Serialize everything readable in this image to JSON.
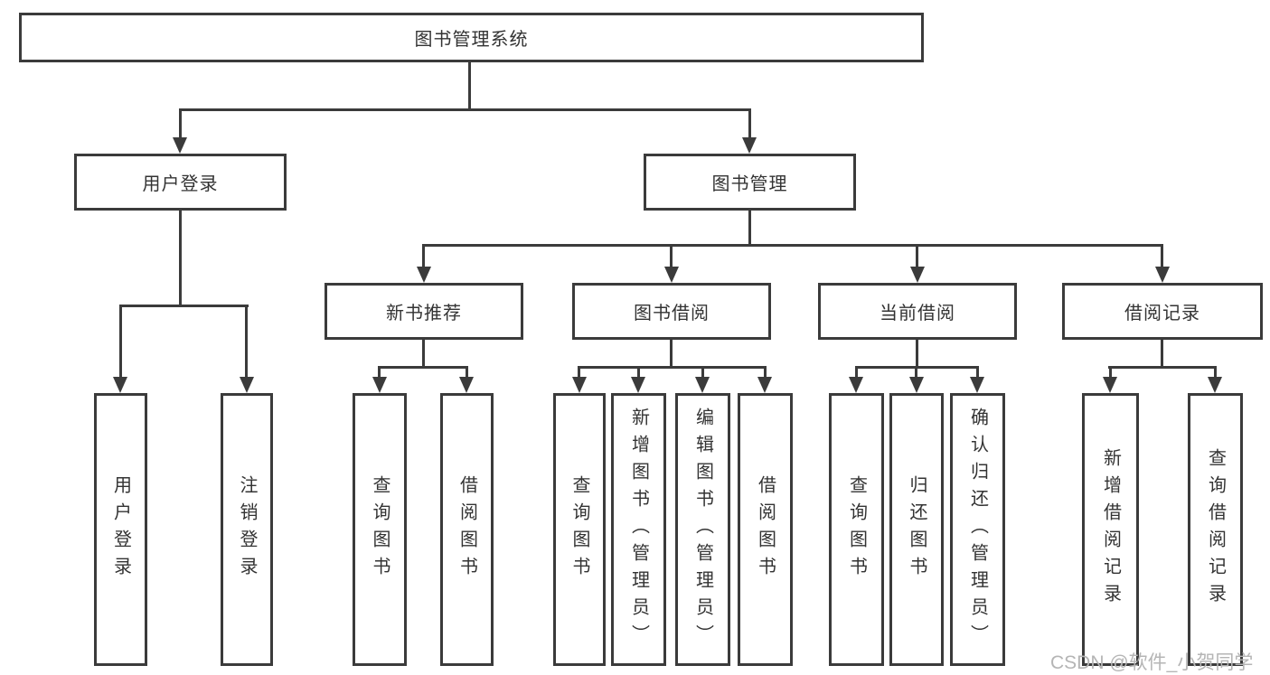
{
  "tree": {
    "root": "图书管理系统",
    "branches": [
      {
        "label": "用户登录",
        "children": [
          {
            "label": "用户登录"
          },
          {
            "label": "注销登录"
          }
        ]
      },
      {
        "label": "图书管理",
        "children": [
          {
            "label": "新书推荐",
            "children": [
              {
                "label": "查询图书"
              },
              {
                "label": "借阅图书"
              }
            ]
          },
          {
            "label": "图书借阅",
            "children": [
              {
                "label": "查询图书"
              },
              {
                "label": "新增图书（管理员）"
              },
              {
                "label": "编辑图书（管理员）"
              },
              {
                "label": "借阅图书"
              }
            ]
          },
          {
            "label": "当前借阅",
            "children": [
              {
                "label": "查询图书"
              },
              {
                "label": "归还图书"
              },
              {
                "label": "确认归还（管理员）"
              }
            ]
          },
          {
            "label": "借阅记录",
            "children": [
              {
                "label": "新增借阅记录"
              },
              {
                "label": "查询借阅记录"
              }
            ]
          }
        ]
      }
    ]
  },
  "watermark": "CSDN @软件_小贺同学",
  "colors": {
    "line": "#3b3b3b",
    "text": "#333333",
    "watermark": "#b5b5b5",
    "background": "#ffffff"
  }
}
